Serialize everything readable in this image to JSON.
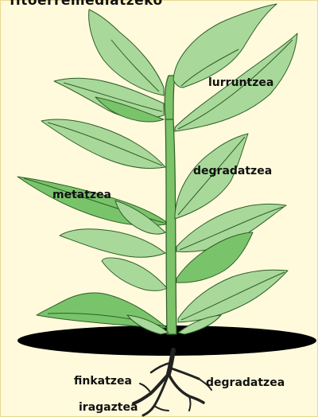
{
  "diagram": {
    "title": "fitoerremediatzeko",
    "labels": {
      "shoot_top": "lurruntzea",
      "shoot_mid": "degradatzea",
      "leaf_left": "metatzea",
      "root_left": "finkatzea",
      "root_right": "degradatzea",
      "root_bottom": "iragaztea"
    }
  },
  "colors": {
    "background": "#FFFADC",
    "border": "#E9D890",
    "leaf_light": "#A8D99A",
    "leaf_dark": "#79C46B",
    "stem": "#7CC36A",
    "soil": "#000000",
    "roots": "#222222",
    "text": "#111111"
  }
}
